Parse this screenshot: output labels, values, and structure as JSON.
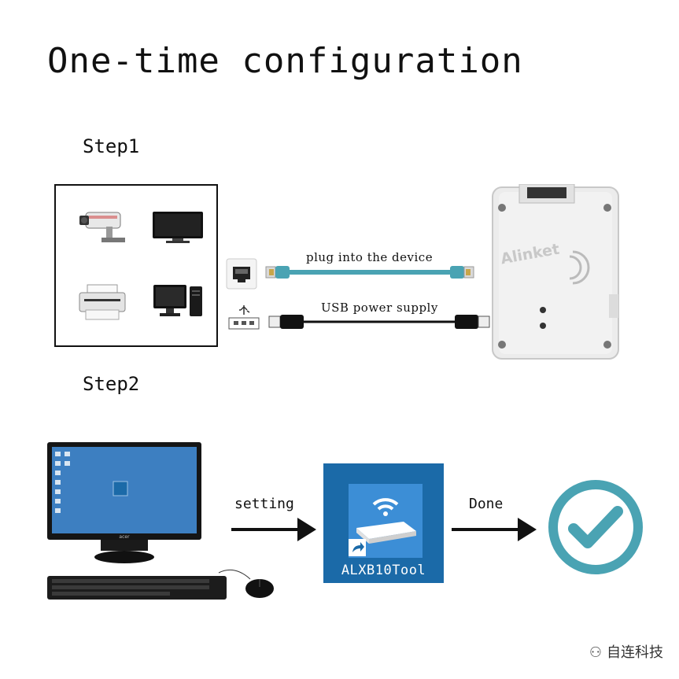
{
  "title": "One-time configuration",
  "step1": {
    "label": "Step1",
    "cable_label": "plug into the device",
    "usb_label": "USB power supply",
    "device_brand": "Alinket"
  },
  "step2": {
    "label": "Step2",
    "arrow1_label": "setting",
    "tool_name": "ALXB10Tool",
    "arrow2_label": "Done",
    "monitor_brand": "acer"
  },
  "watermark": "自连科技",
  "colors": {
    "cable": "#4aa3b3",
    "tool_tile": "#1b6aa8",
    "check_ring": "#4aa3b3",
    "desktop": "#3d7fc1"
  }
}
